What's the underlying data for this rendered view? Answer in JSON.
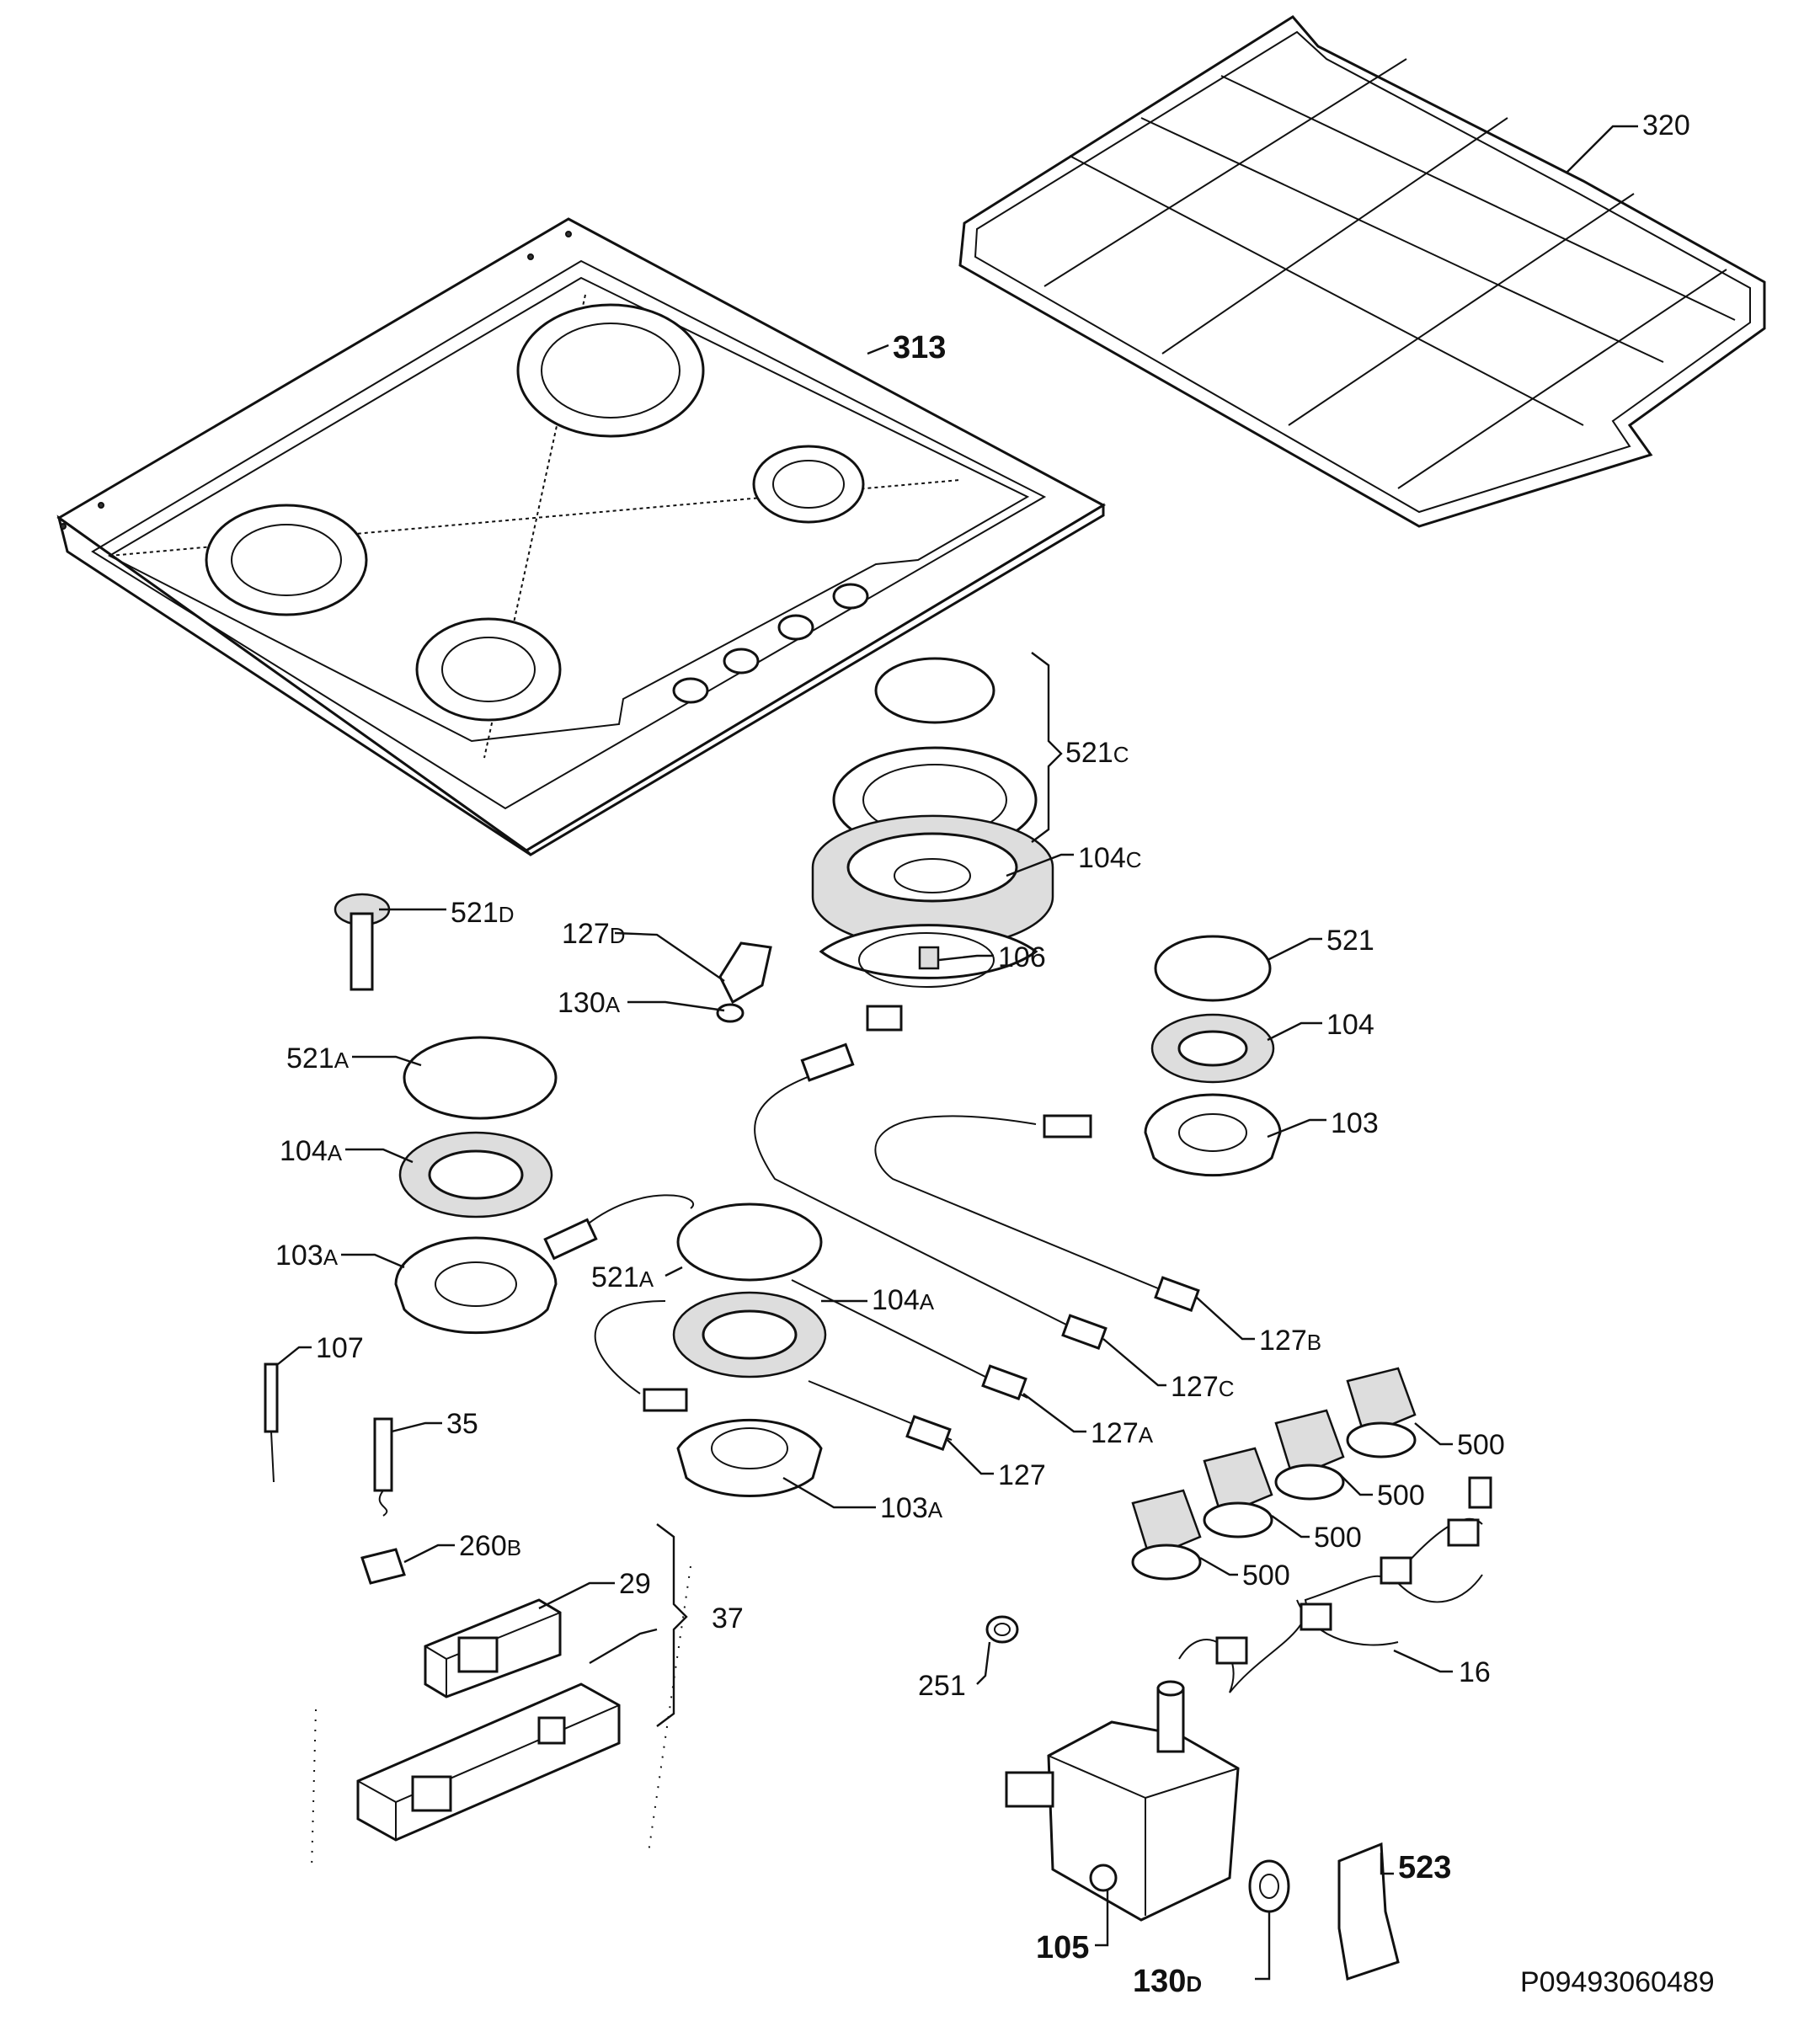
{
  "diagram": {
    "callouts": [
      {
        "id": "313",
        "main": "313",
        "sub": ""
      },
      {
        "id": "320",
        "main": "320",
        "sub": ""
      },
      {
        "id": "521C",
        "main": "521",
        "sub": "C"
      },
      {
        "id": "104C",
        "main": "104",
        "sub": "C"
      },
      {
        "id": "521D",
        "main": "521",
        "sub": "D"
      },
      {
        "id": "127D",
        "main": "127",
        "sub": "D"
      },
      {
        "id": "106",
        "main": "106",
        "sub": ""
      },
      {
        "id": "130A",
        "main": "130",
        "sub": "A"
      },
      {
        "id": "521",
        "main": "521",
        "sub": ""
      },
      {
        "id": "104",
        "main": "104",
        "sub": ""
      },
      {
        "id": "521A-1",
        "main": "521",
        "sub": "A"
      },
      {
        "id": "103",
        "main": "103",
        "sub": ""
      },
      {
        "id": "104A-1",
        "main": "104",
        "sub": "A"
      },
      {
        "id": "103A-1",
        "main": "103",
        "sub": "A"
      },
      {
        "id": "521A-2",
        "main": "521",
        "sub": "A"
      },
      {
        "id": "104A-2",
        "main": "104",
        "sub": "A"
      },
      {
        "id": "127B",
        "main": "127",
        "sub": "B"
      },
      {
        "id": "107",
        "main": "107",
        "sub": ""
      },
      {
        "id": "127C",
        "main": "127",
        "sub": "C"
      },
      {
        "id": "35",
        "main": "35",
        "sub": ""
      },
      {
        "id": "127A",
        "main": "127",
        "sub": "A"
      },
      {
        "id": "500-1",
        "main": "500",
        "sub": ""
      },
      {
        "id": "127",
        "main": "127",
        "sub": ""
      },
      {
        "id": "103A-2",
        "main": "103",
        "sub": "A"
      },
      {
        "id": "500-2",
        "main": "500",
        "sub": ""
      },
      {
        "id": "260B",
        "main": "260",
        "sub": "B"
      },
      {
        "id": "500-3",
        "main": "500",
        "sub": ""
      },
      {
        "id": "500-4",
        "main": "500",
        "sub": ""
      },
      {
        "id": "29",
        "main": "29",
        "sub": ""
      },
      {
        "id": "37",
        "main": "37",
        "sub": ""
      },
      {
        "id": "16",
        "main": "16",
        "sub": ""
      },
      {
        "id": "251",
        "main": "251",
        "sub": ""
      },
      {
        "id": "523",
        "main": "523",
        "sub": ""
      },
      {
        "id": "105",
        "main": "105",
        "sub": ""
      },
      {
        "id": "130D",
        "main": "130",
        "sub": "D"
      }
    ],
    "reference_code": "P09493060489"
  }
}
